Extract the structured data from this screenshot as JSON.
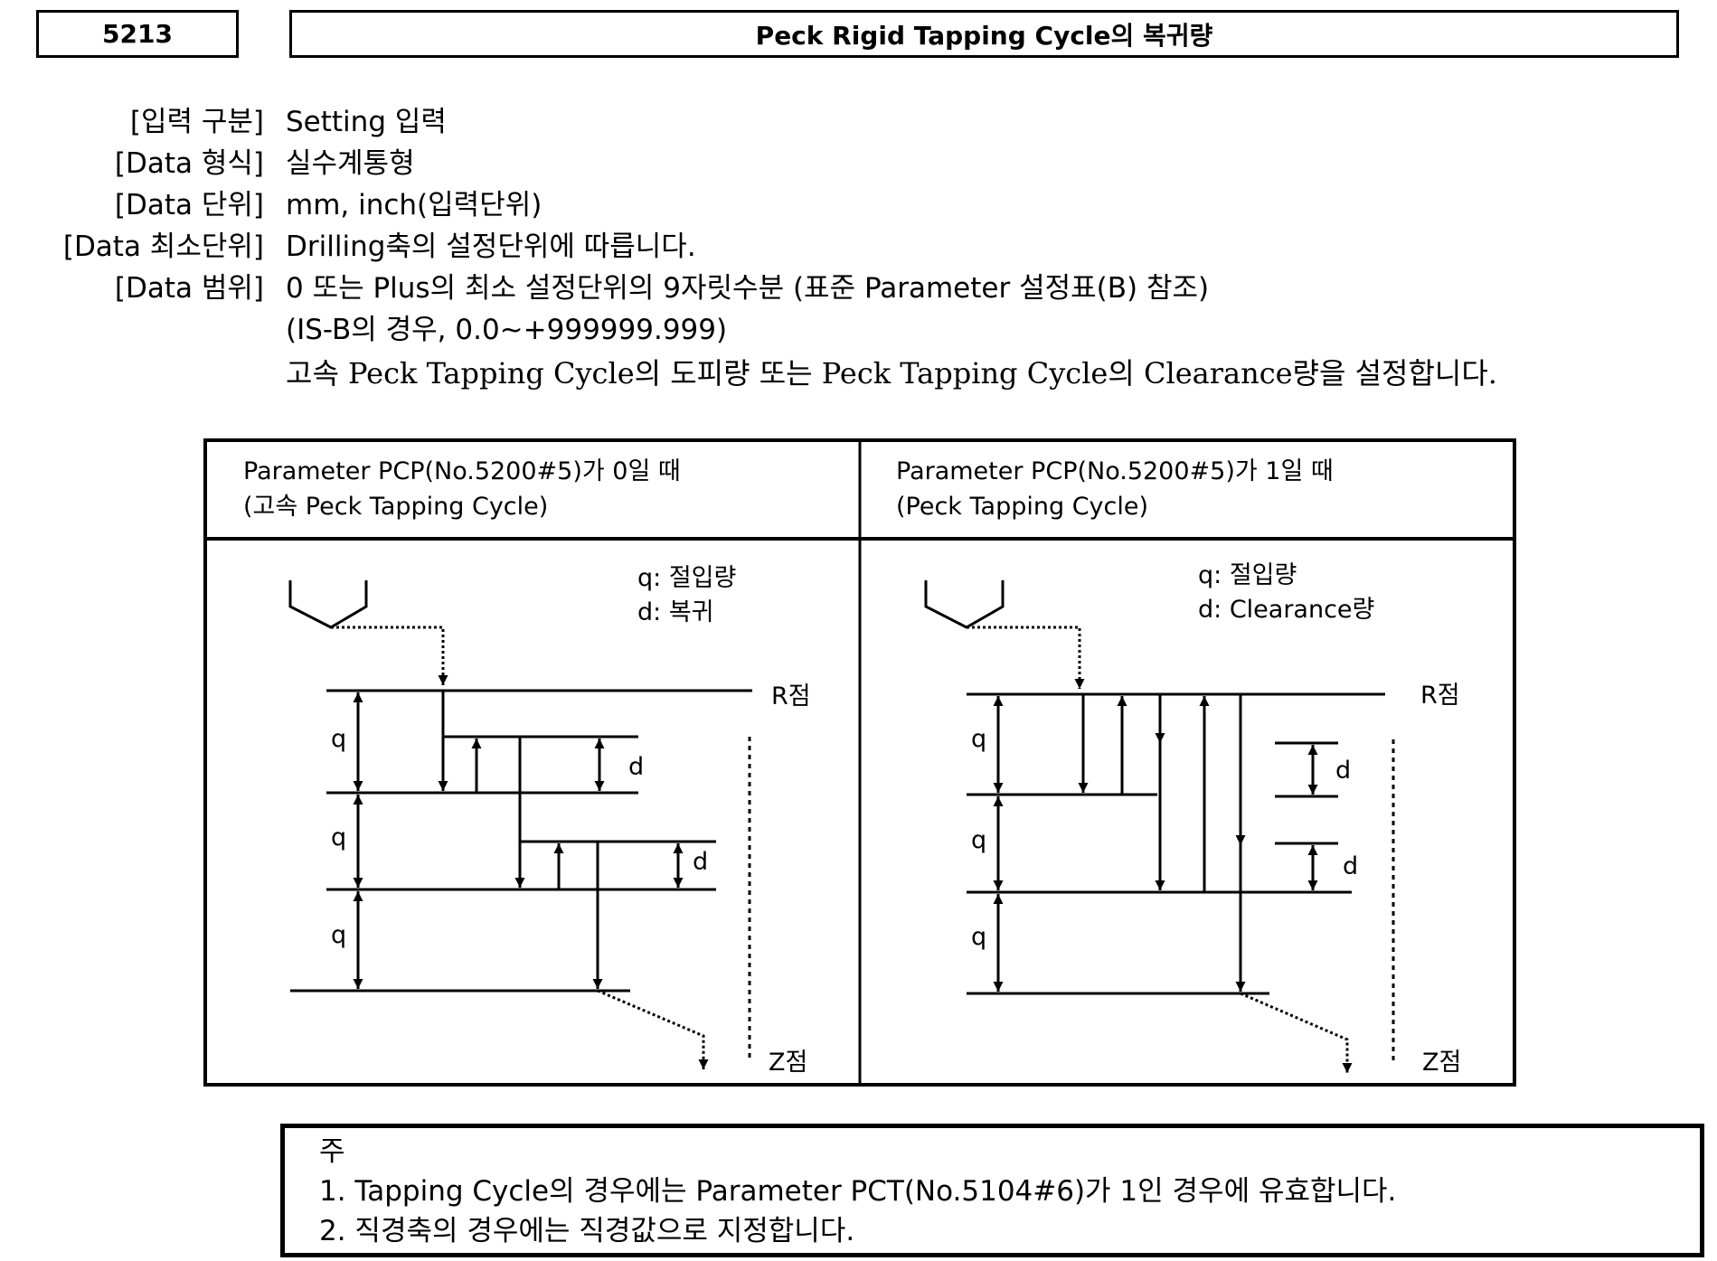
{
  "header": {
    "param_number": "5213",
    "title": "Peck Rigid Tapping Cycle의 복귀량"
  },
  "properties": [
    {
      "label": "[입력 구분]",
      "value": "Setting 입력"
    },
    {
      "label": "[Data 형식]",
      "value": "실수계통형"
    },
    {
      "label": "[Data 단위]",
      "value": "mm, inch(입력단위)"
    },
    {
      "label": "[Data 최소단위]",
      "value": "Drilling축의 설정단위에 따릅니다."
    },
    {
      "label": "[Data 범위]",
      "value": "0 또는 Plus의 최소 설정단위의 9자릿수분 (표준 Parameter 설정표(B) 참조)"
    }
  ],
  "range_example": "(IS-B의 경우, 0.0~+999999.999)",
  "description": "고속 Peck Tapping Cycle의 도피량 또는 Peck Tapping Cycle의 Clearance량을 설정합니다.",
  "diagram": {
    "left": {
      "header_line1": "Parameter PCP(No.5200#5)가 0일 때",
      "header_line2": "(고속 Peck Tapping Cycle)",
      "legend_q": "q: 절입량",
      "legend_d": "d: 복귀",
      "r_label": "R점",
      "z_label": "Z점",
      "q_label": "q",
      "d_label": "d"
    },
    "right": {
      "header_line1": "Parameter PCP(No.5200#5)가 1일 때",
      "header_line2": "(Peck Tapping Cycle)",
      "legend_q": "q: 절입량",
      "legend_d": "d: Clearance량",
      "r_label": "R점",
      "z_label": "Z점",
      "q_label": "q",
      "d_label": "d"
    }
  },
  "notes": {
    "title": "주",
    "items": [
      "1. Tapping Cycle의 경우에는 Parameter PCT(No.5104#6)가 1인 경우에 유효합니다.",
      "2. 직경축의 경우에는 직경값으로 지정합니다."
    ]
  }
}
